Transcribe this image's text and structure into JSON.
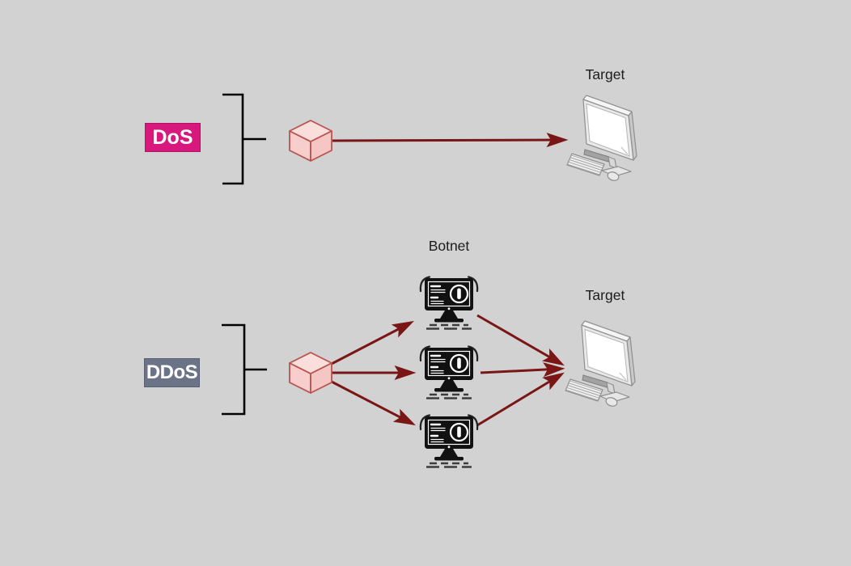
{
  "background": "#d2d2d2",
  "colors": {
    "arrow": "#7a1616",
    "bracket": "#000000",
    "dos_bg": "#d9187e",
    "ddos_bg": "#6b7386",
    "label_text": "#ffffff",
    "annotation_text": "#1c1c1c",
    "cube_fill": "#f8cecc",
    "cube_stroke": "#b85450",
    "bot_icon": "#111111"
  },
  "dos_section": {
    "label": "DoS",
    "target_label": "Target"
  },
  "ddos_section": {
    "label": "DDoS",
    "botnet_label": "Botnet",
    "target_label": "Target",
    "bot_count": 3
  }
}
